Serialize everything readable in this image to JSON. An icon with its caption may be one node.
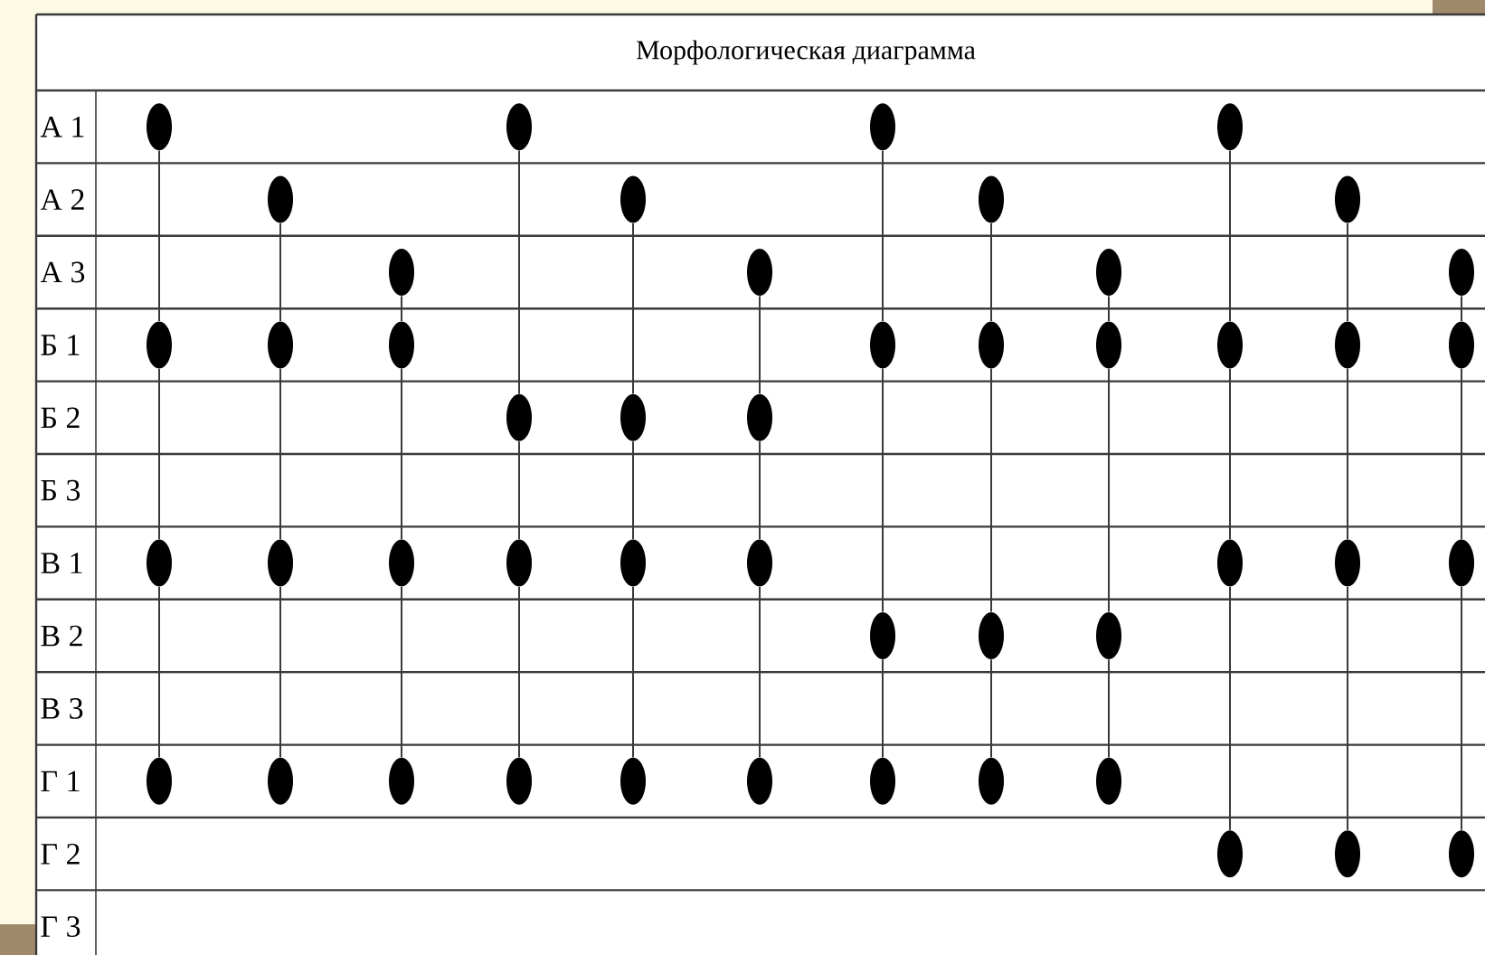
{
  "diagram": {
    "title": "Морфологическая диаграмма",
    "nodes": [
      {
        "text": [],
        "shape": "circle"
      },
      {
        "text": [],
        "shape": "circle"
      },
      {
        "text": [],
        "shape": "circle"
      },
      {
        "text": [],
        "shape": "circle"
      },
      {
        "text": [],
        "shape": "circle"
      },
      {
        "text": [],
        "shape": "circle"
      },
      {
        "text": [],
        "shape": "circle"
      },
      {
        "text": [],
        "shape": "circle"
      },
      {
        "text": [],
        "shape": "circle"
      },
      {
        "text": [],
        "shape": "circle"
      },
      {
        "text": [],
        "shape": "circle"
      },
      {
        "text": [],
        "shape": "circle"
      },
      {
        "text": [],
        "shape": "circle"
      },
      {
        "text": [],
        "shape": "circle"
      },
      {
        "text": [],
        "shape": "circle"
      },
      {
        "text": [],
        "shape": "circle"
      },
      {
        "text": [],
        "shape": "circle"
      },
      {
        "text": [],
        "shape": "circle"
      },
      {
        "text": [],
        "shape": "circle"
      },
      {
        "text": [],
        "shape": "circle"
      },
      {
        "text": [],
        "shape": "circle"
      },
      {
        "text": [],
        "shape": "circle"
      },
      {
        "text": [],
        "shape": "circle"
      },
      {
        "text": [],
        "shape": "circle"
      },
      {
        "text": [],
        "shape": "circle"
      },
      {
        "text": [],
        "shape": "circle"
      },
      {
        "text": [],
        "shape": "circle"
      },
      {
        "text": [],
        "shape": "circle"
      },
      {
        "text": [],
        "shape": "circle"
      },
      {
        "text": [],
        "shape": "circle"
      },
      {
        "text": [],
        "shape": "circle"
      },
      {
        "text": [],
        "shape": "circle"
      },
      {
        "text": [],
        "shape": "circle"
      },
      {
        "text": [],
        "shape": "circle"
      },
      {
        "text": [],
        "shape": "circle"
      },
      {
        "text": [],
        "shape": "circle"
      },
      {
        "text": [],
        "shape": "circle"
      },
      {
        "text": [],
        "shape": "circle"
      },
      {
        "text": [],
        "shape": "circle"
      },
      {
        "text": [],
        "shape": "circle"
      },
      {
        "text": [],
        "shape": "circle"
      },
      {
        "text": [],
        "shape": "circle"
      },
      {
        "text": [],
        "shape": "circle"
      },
      {
        "text": [],
        "shape": "circle"
      },
      {
        "text": [],
        "shape": "circle"
      },
      {
        "text": [],
        "shape": "circle"
      },
      {
        "text": [],
        "shape": "circle"
      },
      {
        "text": [],
        "shape": "circle"
      }
    ],
    "edges": [
      {
        "from": 0,
        "to": 1,
        "arrow": "none"
      },
      {
        "from": 1,
        "to": 2,
        "arrow": "none"
      },
      {
        "from": 2,
        "to": 3,
        "arrow": "none"
      },
      {
        "from": 4,
        "to": 5,
        "arrow": "none"
      },
      {
        "from": 5,
        "to": 6,
        "arrow": "none"
      },
      {
        "from": 6,
        "to": 7,
        "arrow": "none"
      },
      {
        "from": 8,
        "to": 9,
        "arrow": "none"
      },
      {
        "from": 9,
        "to": 10,
        "arrow": "none"
      },
      {
        "from": 10,
        "to": 11,
        "arrow": "none"
      },
      {
        "from": 12,
        "to": 13,
        "arrow": "none"
      },
      {
        "from": 13,
        "to": 14,
        "arrow": "none"
      },
      {
        "from": 14,
        "to": 15,
        "arrow": "none"
      },
      {
        "from": 16,
        "to": 17,
        "arrow": "none"
      },
      {
        "from": 17,
        "to": 18,
        "arrow": "none"
      },
      {
        "from": 18,
        "to": 19,
        "arrow": "none"
      },
      {
        "from": 20,
        "to": 21,
        "arrow": "none"
      },
      {
        "from": 21,
        "to": 22,
        "arrow": "none"
      },
      {
        "from": 22,
        "to": 23,
        "arrow": "none"
      },
      {
        "from": 24,
        "to": 25,
        "arrow": "none"
      },
      {
        "from": 25,
        "to": 26,
        "arrow": "none"
      },
      {
        "from": 26,
        "to": 27,
        "arrow": "none"
      },
      {
        "from": 28,
        "to": 29,
        "arrow": "none"
      },
      {
        "from": 29,
        "to": 30,
        "arrow": "none"
      },
      {
        "from": 30,
        "to": 31,
        "arrow": "none"
      },
      {
        "from": 32,
        "to": 33,
        "arrow": "none"
      },
      {
        "from": 33,
        "to": 34,
        "arrow": "none"
      },
      {
        "from": 34,
        "to": 35,
        "arrow": "none"
      },
      {
        "from": 36,
        "to": 37,
        "arrow": "none"
      },
      {
        "from": 37,
        "to": 38,
        "arrow": "none"
      },
      {
        "from": 38,
        "to": 39,
        "arrow": "none"
      },
      {
        "from": 40,
        "to": 41,
        "arrow": "none"
      },
      {
        "from": 41,
        "to": 42,
        "arrow": "none"
      },
      {
        "from": 42,
        "to": 43,
        "arrow": "none"
      },
      {
        "from": 44,
        "to": 45,
        "arrow": "none"
      },
      {
        "from": 45,
        "to": 46,
        "arrow": "none"
      },
      {
        "from": 46,
        "to": 47,
        "arrow": "none"
      }
    ],
    "labels": [
      "А 1",
      "А 2",
      "А 3",
      "Б 1",
      "Б 2",
      "Б 3",
      "В 1",
      "В 2",
      "В 3",
      "Г 1",
      "Г 2",
      "Г 3"
    ]
  }
}
